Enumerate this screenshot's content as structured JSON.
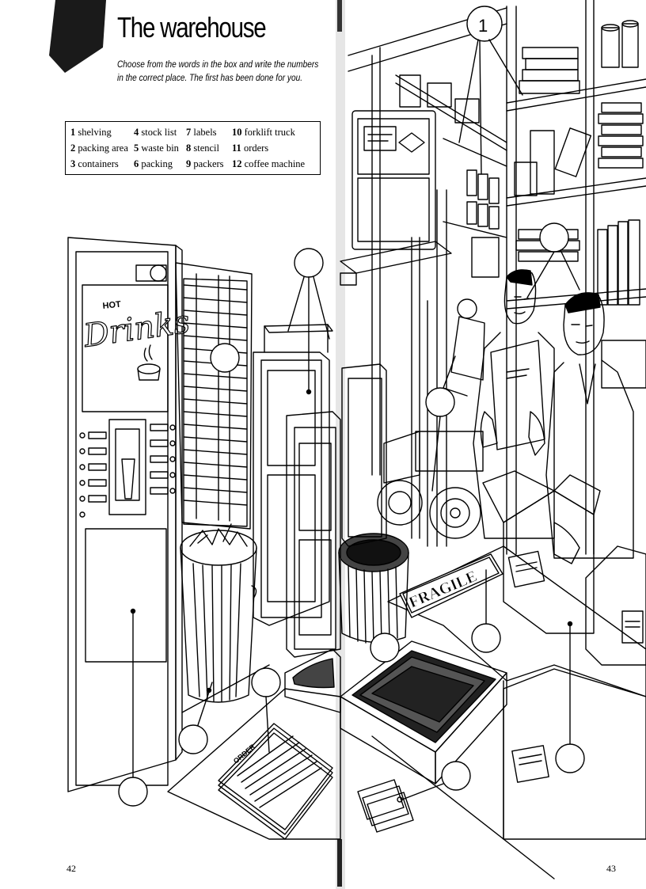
{
  "page": {
    "title": "The warehouse",
    "instructions": "Choose from the words in the box and write the numbers in the correct place. The first has been done for you.",
    "left_page_number": "42",
    "right_page_number": "43"
  },
  "word_box": [
    {
      "num": "1",
      "word": "shelving"
    },
    {
      "num": "2",
      "word": "packing area"
    },
    {
      "num": "3",
      "word": "containers"
    },
    {
      "num": "4",
      "word": "stock list"
    },
    {
      "num": "5",
      "word": "waste bin"
    },
    {
      "num": "6",
      "word": "packing"
    },
    {
      "num": "7",
      "word": "labels"
    },
    {
      "num": "8",
      "word": "stencil"
    },
    {
      "num": "9",
      "word": "packers"
    },
    {
      "num": "10",
      "word": "forklift truck"
    },
    {
      "num": "11",
      "word": "orders"
    },
    {
      "num": "12",
      "word": "coffee machine"
    }
  ],
  "illustration_text": {
    "filled_circle_answer": "1",
    "drinks_sign_small": "HOT",
    "drinks_sign": "Drinks",
    "fragile_stencil": "FRAGILE",
    "order_pad": "ORDER"
  }
}
